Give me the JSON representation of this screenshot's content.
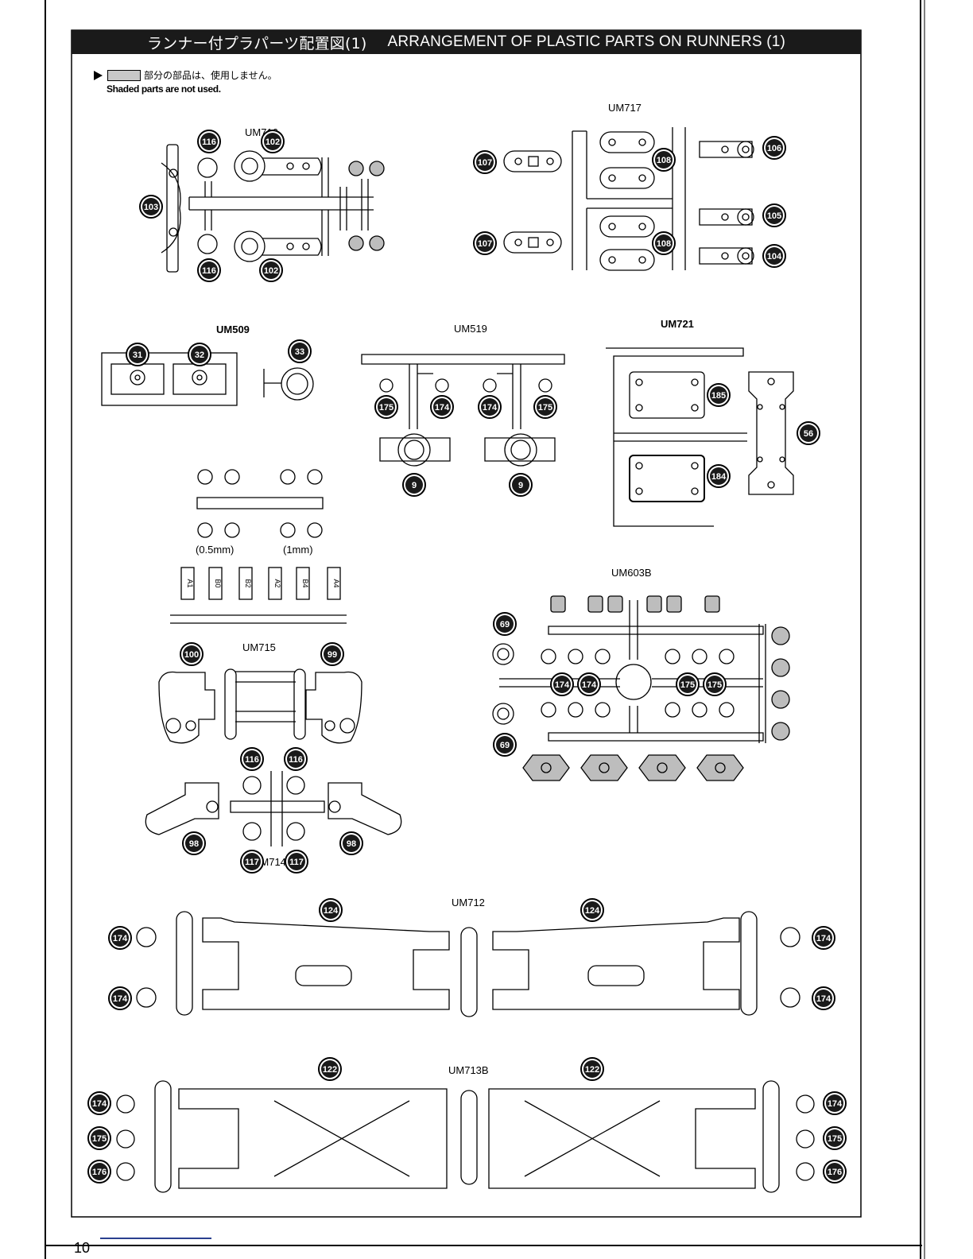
{
  "header": {
    "title_jp": "ランナー付プラパーツ配置図(1)",
    "title_en": "ARRANGEMENT OF PLASTIC PARTS ON RUNNERS (1)"
  },
  "note": {
    "jp": "部分の部品は、使用しません。",
    "en": "Shaded parts are not used."
  },
  "runners": {
    "um716": "UM716",
    "um717": "UM717",
    "um509": "UM509",
    "um519": "UM519",
    "um721": "UM721",
    "um603b": "UM603B",
    "um715": "UM715",
    "um714": "UM714",
    "um712": "UM712",
    "um713b": "UM713B"
  },
  "spacer_labels": {
    "thin": "(0.5mm)",
    "thick": "(1mm)"
  },
  "page_number": "10",
  "part_numbers": {
    "um716": [
      "116",
      "102",
      "103",
      "116",
      "102"
    ],
    "um717": [
      "107",
      "108",
      "106",
      "107",
      "108",
      "105",
      "104"
    ],
    "um509": [
      "31",
      "32",
      "33"
    ],
    "um519": [
      "175",
      "174",
      "174",
      "175",
      "9",
      "9"
    ],
    "um721": [
      "185",
      "184",
      "56"
    ],
    "um603b": [
      "69",
      "174",
      "174",
      "175",
      "175",
      "69"
    ],
    "um715": [
      "100",
      "99"
    ],
    "um714": [
      "116",
      "116",
      "98",
      "98",
      "117",
      "117"
    ],
    "um712": [
      "124",
      "124",
      "174",
      "174",
      "174",
      "174"
    ],
    "um713b": [
      "122",
      "122",
      "174",
      "175",
      "176",
      "174",
      "175",
      "176"
    ]
  },
  "bushing_labels": [
    "A1",
    "B0",
    "B2",
    "A2",
    "B4",
    "A4"
  ]
}
